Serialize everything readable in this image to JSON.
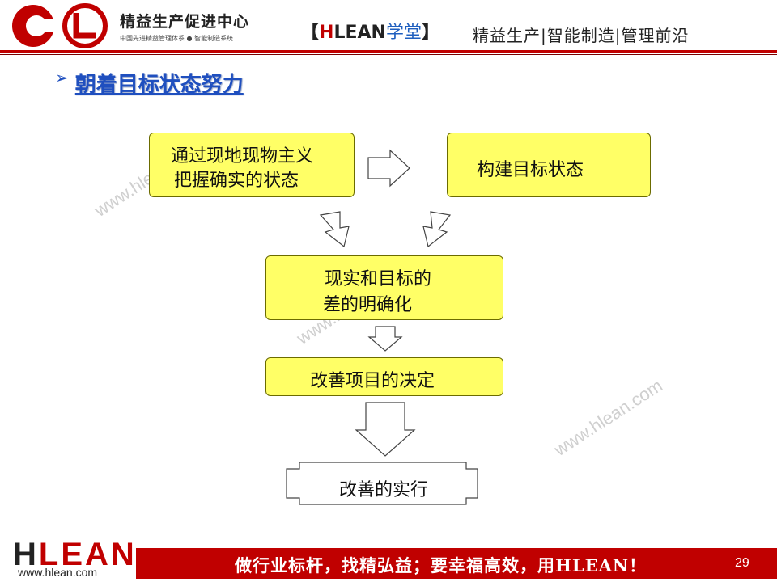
{
  "header": {
    "logo_letters": "CL",
    "org_name": "精益生产促进中心",
    "org_sub": "中国先进精益管理体系 ● 智能制造系统",
    "brand_open": "【",
    "brand_h": "H",
    "brand_lean": "LEAN",
    "brand_xt": "学堂",
    "brand_close": "】",
    "tagline": "精益生产|智能制造|管理前沿",
    "accent_color": "#c00000"
  },
  "title": {
    "bullet": "➢",
    "text": "朝着目标状态努力",
    "color": "#1f4fbf"
  },
  "flow": {
    "grasp_line1": "通过现地现物主义",
    "grasp_line2": "把握确实的状态",
    "target": "构建目标状态",
    "gap_line1": "现实和目标的",
    "gap_line2": "差的明确化",
    "decide": "改善项目的决定",
    "execute": "改善的实行",
    "box_color": "#ffff66"
  },
  "watermark": {
    "text": "www.hlean.com"
  },
  "footer": {
    "logo_h": "H",
    "logo_rest": "LEAN",
    "url": "www.hlean.com",
    "slogan": "做行业标杆，找精弘益；要幸福高效，用HLEAN！",
    "page_number": "29",
    "bar_color": "#c00000"
  }
}
